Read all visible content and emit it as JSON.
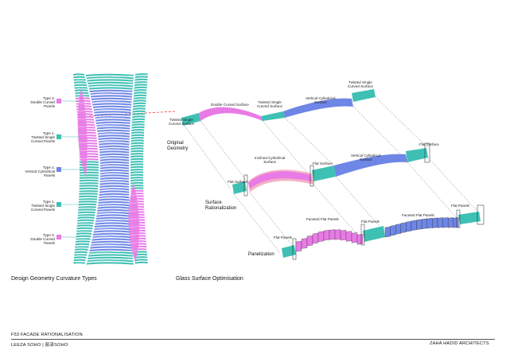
{
  "colors": {
    "magenta": "#e87be6",
    "magenta_dark": "#d04fd0",
    "teal": "#3ec0b4",
    "teal_dark": "#239a90",
    "blue": "#6e86e6",
    "blue_dark": "#4a63cc",
    "pink": "#f4a9bf",
    "red_dash": "#e4443a"
  },
  "left_panel": {
    "type_labels": [
      {
        "title": "Type 3.",
        "desc": "Double Curved\nPanels",
        "color": "magenta"
      },
      {
        "title": "Type 1.",
        "desc": "Twisted Single\nCurved Panels",
        "color": "teal"
      },
      {
        "title": "Type 2.",
        "desc": "Vertical Cylindrical\nPanels",
        "color": "blue"
      },
      {
        "title": "Type 1.",
        "desc": "Twisted Single\nCurved Panels",
        "color": "teal"
      },
      {
        "title": "Type 3.",
        "desc": "Double Curved\nPanels",
        "color": "magenta"
      }
    ],
    "caption": "Design Geometry Curvature Types"
  },
  "right_panel": {
    "caption": "Glass Surface Optimisation",
    "stages": {
      "original": "Original\nGeometry",
      "rationalization": "Surface\nRationalization",
      "panelization": "Panelization"
    },
    "original_labels": {
      "twisted_left": "Twisted Single\nCurved Surface",
      "double_curved": "Double Curved Surface",
      "twisted_mid": "Twisted Single\nCurved Surface",
      "vertical_cyl": "Vertical Cylindrical\nSurface",
      "twisted_right": "Twisted Single\nCurved Surface"
    },
    "rational_labels": {
      "flat_left": "Flat Surface",
      "inclined_cyl": "Inclined Cylindrical\nSurface",
      "flat_mid": "Flat Surface",
      "vertical_cyl": "Vertical Cylindrical\nSurface",
      "flat_right": "Flat Surface"
    },
    "panel_labels": {
      "flat_left": "Flat Panels",
      "faceted_left": "Faceted Flat Panels",
      "flat_mid": "Flat Panels",
      "faceted_right": "Faceted Flat Panels",
      "flat_right": "Flat Panels"
    }
  },
  "footer": {
    "project_code": "F53 FACADE RATIONALISATION",
    "project_name": "LEEZA SOHO | 丽泽SOHO",
    "office": "ZAHA HADID ARCHITECTS"
  }
}
